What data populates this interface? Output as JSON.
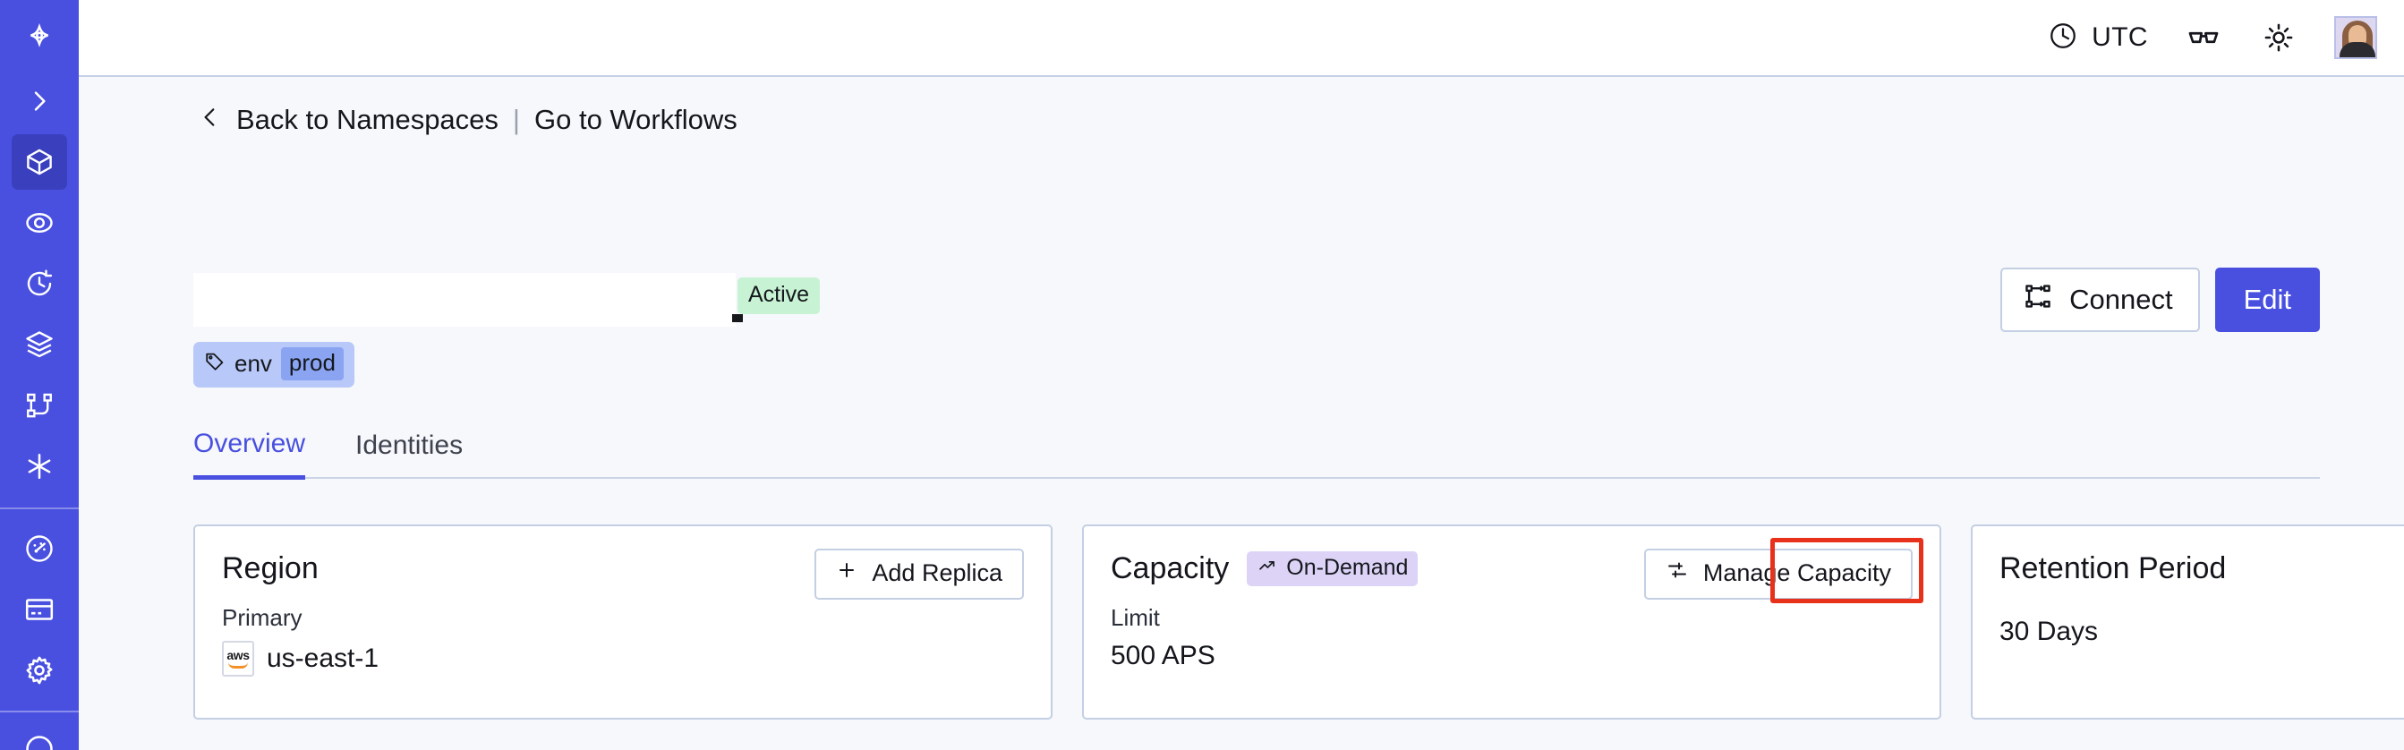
{
  "sidebar": {
    "items": [
      {
        "name": "logo-icon",
        "label": "Temporal",
        "active": false
      },
      {
        "name": "expand-chevron-icon",
        "label": "Expand",
        "active": false
      },
      {
        "name": "namespaces-cube-icon",
        "label": "Namespaces",
        "active": true
      },
      {
        "name": "observability-eye-icon",
        "label": "Observability",
        "active": false
      },
      {
        "name": "schedules-clock-icon",
        "label": "Schedules",
        "active": false
      },
      {
        "name": "layers-icon",
        "label": "Layers",
        "active": false
      },
      {
        "name": "workflows-graph-icon",
        "label": "Workflows",
        "active": false
      },
      {
        "name": "nexus-asterisk-icon",
        "label": "Nexus",
        "active": false
      },
      {
        "name": "usage-gauge-icon",
        "label": "Usage",
        "active": false
      },
      {
        "name": "billing-card-icon",
        "label": "Billing",
        "active": false
      },
      {
        "name": "settings-gear-icon",
        "label": "Settings",
        "active": false
      }
    ]
  },
  "topbar": {
    "timezone": "UTC",
    "clock_icon": "clock-icon",
    "glasses_icon": "glasses-icon",
    "theme_icon": "sun-icon",
    "avatar_name": "user-avatar"
  },
  "breadcrumb": {
    "chevron": "‹",
    "back_label": "Back to Namespaces",
    "separator": "|",
    "forward_label": "Go to Workflows"
  },
  "header": {
    "namespace_title": "",
    "status_badge": "Active",
    "tag": {
      "key": "env",
      "value": "prod",
      "icon": "tag-icon"
    },
    "connect_label": "Connect",
    "connect_icon": "connect-icon",
    "edit_label": "Edit"
  },
  "tabs": [
    {
      "label": "Overview",
      "active": true
    },
    {
      "label": "Identities",
      "active": false
    }
  ],
  "cards": {
    "region": {
      "title": "Region",
      "button_label": "Add Replica",
      "button_icon": "plus-icon",
      "label": "Primary",
      "value": "us-east-1",
      "provider_icon": "aws-logo",
      "provider_text": "aws"
    },
    "capacity": {
      "title": "Capacity",
      "badge": "On-Demand",
      "badge_icon": "trending-up-icon",
      "button_label": "Manage Capacity",
      "button_icon": "sliders-icon",
      "label": "Limit",
      "value": "500 APS",
      "highlighted": true
    },
    "retention": {
      "title": "Retention Period",
      "value": "30  Days"
    }
  },
  "colors": {
    "brand_indigo": "#4950e0",
    "sidebar_active": "#3a40bd",
    "page_bg": "#f7f8fb",
    "card_border": "#c3cfe3",
    "badge_active_bg": "#c7f2d4",
    "badge_ondemand_bg": "#ddd3f7",
    "tag_bg": "#b8c8f8",
    "tag_value_bg": "#8aa4f2",
    "highlight_red": "#e8311a"
  }
}
